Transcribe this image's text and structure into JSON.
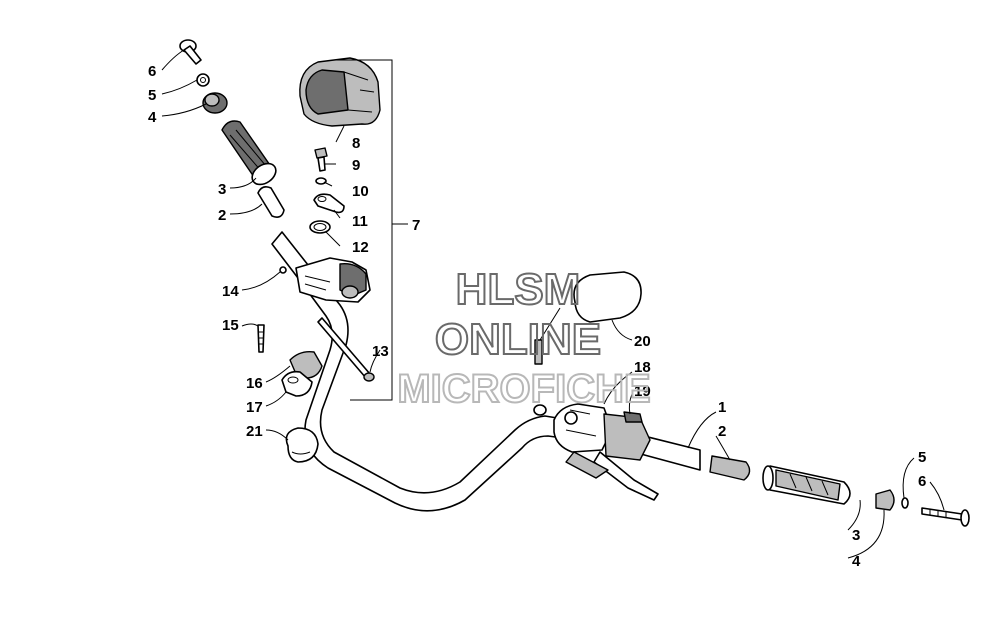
{
  "watermark": {
    "line1": "HLSM",
    "line2": "ONLINE",
    "line3": "MICROFICHE"
  },
  "callouts": {
    "left_6": "6",
    "left_5": "5",
    "left_4": "4",
    "left_3": "3",
    "left_2": "2",
    "label_8": "8",
    "label_9": "9",
    "label_10": "10",
    "label_11": "11",
    "label_12": "12",
    "label_7": "7",
    "label_14": "14",
    "label_15": "15",
    "label_13": "13",
    "label_16": "16",
    "label_17": "17",
    "label_21": "21",
    "label_20": "20",
    "label_18": "18",
    "label_19": "19",
    "right_1": "1",
    "right_2": "2",
    "right_5": "5",
    "right_6": "6",
    "right_3": "3",
    "right_4": "4"
  }
}
